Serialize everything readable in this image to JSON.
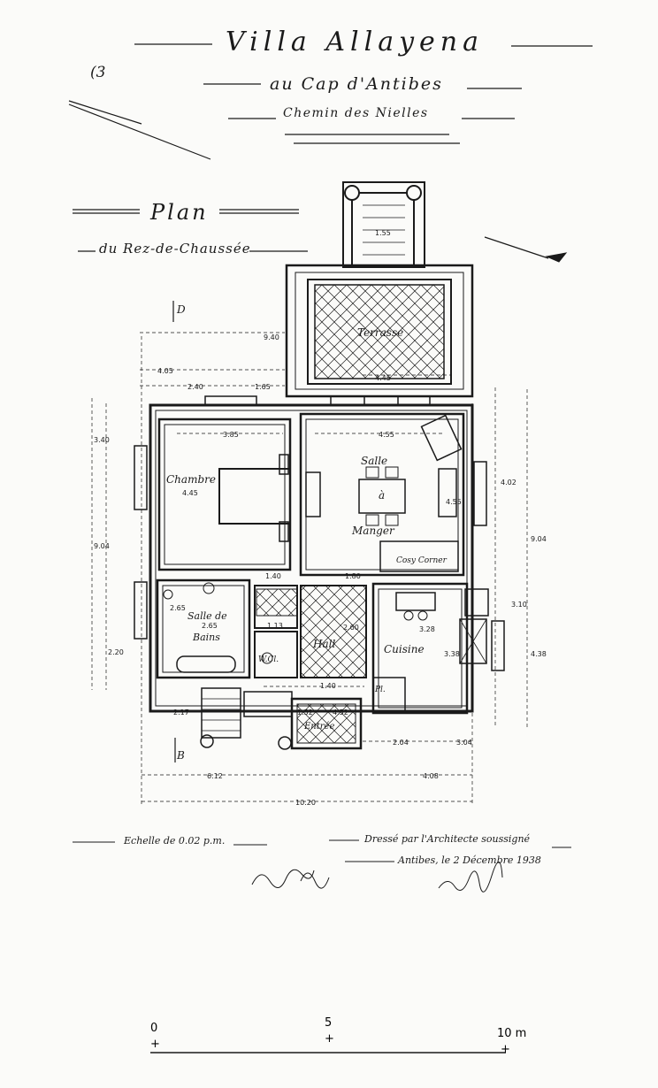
{
  "header": {
    "page_mark": "(3",
    "villa_name": "Villa Allayena",
    "location": "au Cap d'Antibes",
    "street": "Chemin des Nielles",
    "plan_title": "Plan",
    "plan_subtitle": "du Rez-de-Chaussée"
  },
  "rooms": {
    "terrasse": "Terrasse",
    "chambre": "Chambre",
    "salle_a_manger_1": "Salle",
    "salle_a_manger_2": "à",
    "salle_a_manger_3": "Manger",
    "cosy_corner": "Cosy Corner",
    "salle_de_bains_1": "Salle de",
    "salle_de_bains_2": "Bains",
    "wc": "W.Cl.",
    "hall": "Hall",
    "cuisine": "Cuisine",
    "entree": "Entrée",
    "placard": "Pl."
  },
  "dimensions": {
    "stair_width": "1.55",
    "terrasse_side": "9.40",
    "terrasse_width": "4.45",
    "top_left_a": "4.05",
    "top_left_b": "2.40",
    "top_left_c": "1.65",
    "chambre_width": "3.85",
    "salle_width": "4.55",
    "chambre_depth": "4.45",
    "salle_depth": "4.55",
    "right_a": "4.02",
    "right_b": "9.04",
    "right_c": "3.10",
    "right_d": "4.38",
    "bain_width": "2.65",
    "bain_depth": "2.65",
    "hall_width": "2.60",
    "cuisine_width": "3.28",
    "cuisine_depth": "3.38",
    "wc_width": "1.13",
    "entree_a": "1.52",
    "entree_b": "4.52",
    "bottom_a": "2.17",
    "bottom_b": "2.04",
    "bottom_c": "3.04",
    "bottom_left": "6.12",
    "bottom_right": "4.08",
    "total_width": "10.20",
    "left_a": "3.40",
    "left_b": "2.20",
    "left_c": "9.04",
    "small_a": "1.40",
    "small_b": "1.80",
    "small_c": "1.40"
  },
  "north_marks": {
    "top": "D",
    "bottom": "B"
  },
  "footer": {
    "scale_note": "Echelle de 0.02 p.m.",
    "architect_note": "Dressé par l'Architecte soussigné",
    "date_note": "Antibes, le 2 Décembre 1938"
  },
  "scale_bar": {
    "label_0": "0",
    "label_5": "5",
    "label_10": "10 m"
  }
}
